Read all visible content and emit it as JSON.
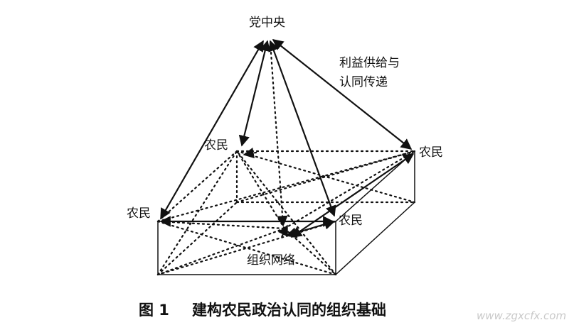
{
  "nodes": {
    "top": "党中央",
    "back_left": "农民",
    "back_right": "农民",
    "front_left": "农民",
    "front_right": "农民"
  },
  "annotation": {
    "line1": "利益供给与",
    "line2": "认同传递"
  },
  "box_label": "组织网络",
  "caption": {
    "figure_no": "图 1",
    "title": "建构农民政治认同的组织基础"
  },
  "watermark": "www.zgxcfx.com"
}
